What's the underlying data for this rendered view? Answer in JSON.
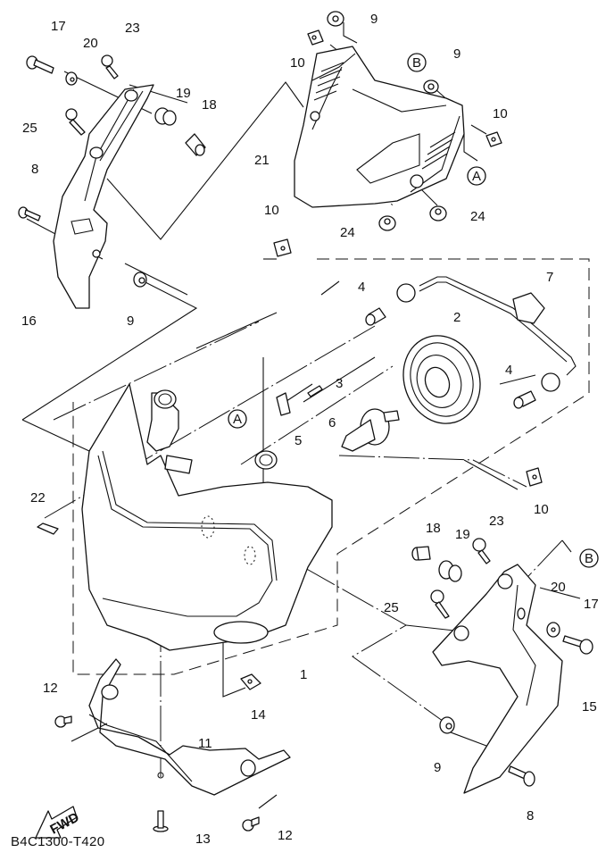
{
  "diagram": {
    "title_code": "B4C1300-T420",
    "fwd_label": "FWD",
    "reference_markers": [
      "A",
      "B"
    ],
    "callouts": [
      {
        "id": "c17a",
        "label": "17"
      },
      {
        "id": "c20a",
        "label": "20"
      },
      {
        "id": "c23a",
        "label": "23"
      },
      {
        "id": "c19a",
        "label": "19"
      },
      {
        "id": "c18a",
        "label": "18"
      },
      {
        "id": "c25a",
        "label": "25"
      },
      {
        "id": "c8a",
        "label": "8"
      },
      {
        "id": "c16",
        "label": "16"
      },
      {
        "id": "c9a",
        "label": "9"
      },
      {
        "id": "c9b",
        "label": "9"
      },
      {
        "id": "c10a",
        "label": "10"
      },
      {
        "id": "c9c",
        "label": "9"
      },
      {
        "id": "c10b",
        "label": "10"
      },
      {
        "id": "c21",
        "label": "21"
      },
      {
        "id": "c24a",
        "label": "24"
      },
      {
        "id": "c24b",
        "label": "24"
      },
      {
        "id": "c10c",
        "label": "10"
      },
      {
        "id": "c7",
        "label": "7"
      },
      {
        "id": "c4a",
        "label": "4"
      },
      {
        "id": "c2",
        "label": "2"
      },
      {
        "id": "c4b",
        "label": "4"
      },
      {
        "id": "c3",
        "label": "3"
      },
      {
        "id": "c6",
        "label": "6"
      },
      {
        "id": "c5",
        "label": "5"
      },
      {
        "id": "c22",
        "label": "22"
      },
      {
        "id": "c10d",
        "label": "10"
      },
      {
        "id": "c18b",
        "label": "18"
      },
      {
        "id": "c19b",
        "label": "19"
      },
      {
        "id": "c23b",
        "label": "23"
      },
      {
        "id": "c25b",
        "label": "25"
      },
      {
        "id": "c20b",
        "label": "20"
      },
      {
        "id": "c17b",
        "label": "17"
      },
      {
        "id": "c15",
        "label": "15"
      },
      {
        "id": "c1",
        "label": "1"
      },
      {
        "id": "c14",
        "label": "14"
      },
      {
        "id": "c12a",
        "label": "12"
      },
      {
        "id": "c11",
        "label": "11"
      },
      {
        "id": "c9d",
        "label": "9"
      },
      {
        "id": "c8b",
        "label": "8"
      },
      {
        "id": "c13",
        "label": "13"
      },
      {
        "id": "c12b",
        "label": "12"
      }
    ]
  }
}
